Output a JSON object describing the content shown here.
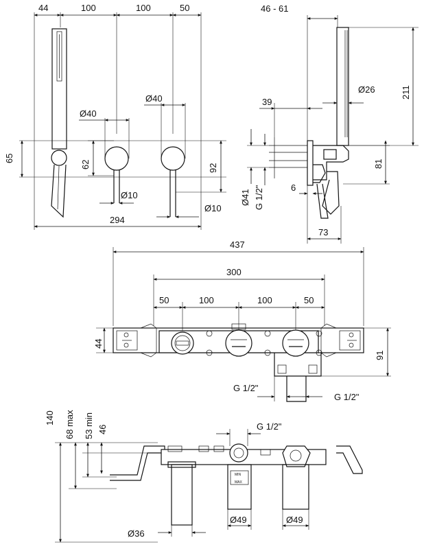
{
  "front_view": {
    "dim_44": "44",
    "dim_100_a": "100",
    "dim_100_b": "100",
    "dim_50": "50",
    "dia_40_a": "Ø40",
    "dia_40_b": "Ø40",
    "dim_65": "65",
    "dim_62": "62",
    "dim_92": "92",
    "dia_10_a": "Ø10",
    "dia_10_b": "Ø10",
    "dim_294": "294"
  },
  "side_view": {
    "dim_46_61": "46 - 61",
    "dim_211": "211",
    "dia_26": "Ø26",
    "dim_39": "39",
    "dim_81": "81",
    "dia_41": "Ø41",
    "thread": "G 1/2\"",
    "dim_6": "6",
    "dim_73": "73"
  },
  "body_top_view": {
    "dim_437": "437",
    "dim_300": "300",
    "dim_50_a": "50",
    "dim_100_a": "100",
    "dim_100_b": "100",
    "dim_50_b": "50",
    "dim_44": "44",
    "dim_91": "91",
    "thread_left": "G 1/2\"",
    "thread_right": "G 1/2\""
  },
  "body_side_view": {
    "dim_140": "140",
    "dim_68_max": "68 max",
    "dim_53_min": "53 min",
    "dim_46": "46",
    "thread_top": "G 1/2\"",
    "dia_36": "Ø36",
    "dia_49_a": "Ø49",
    "dia_49_b": "Ø49",
    "min_mark": "MIN",
    "max_mark": "MAX"
  }
}
